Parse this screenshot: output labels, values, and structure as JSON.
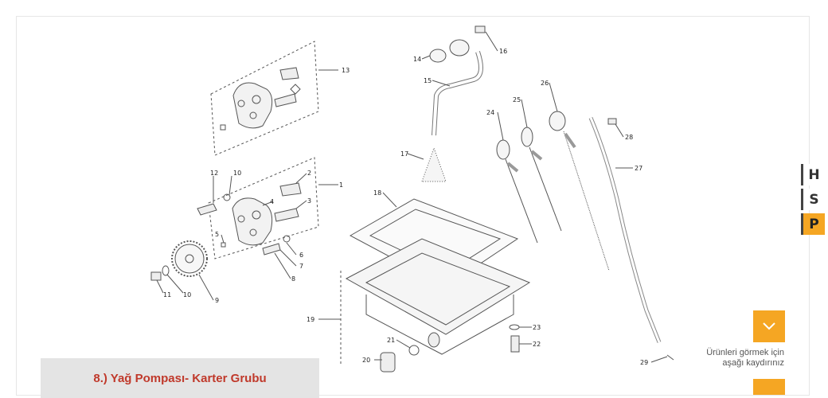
{
  "hsp_tab": {
    "letters": [
      "H",
      "S",
      "P"
    ]
  },
  "scroll_hint": {
    "line1": "Ürünleri görmek için",
    "line2": "aşağı kaydırınız"
  },
  "caption": {
    "title": "8.) Yağ Pompası- Karter Grubu"
  },
  "diagram": {
    "callouts": [
      "13",
      "12",
      "10",
      "2",
      "1",
      "4",
      "3",
      "5",
      "6",
      "7",
      "8",
      "11",
      "10",
      "9",
      "14",
      "15",
      "16",
      "17",
      "18",
      "19",
      "20",
      "21",
      "22",
      "23",
      "24",
      "25",
      "26",
      "27",
      "28",
      "29"
    ]
  },
  "colors": {
    "accent": "#f5a623",
    "caption_text": "#c0392b",
    "caption_bg": "#e4e4e4"
  }
}
